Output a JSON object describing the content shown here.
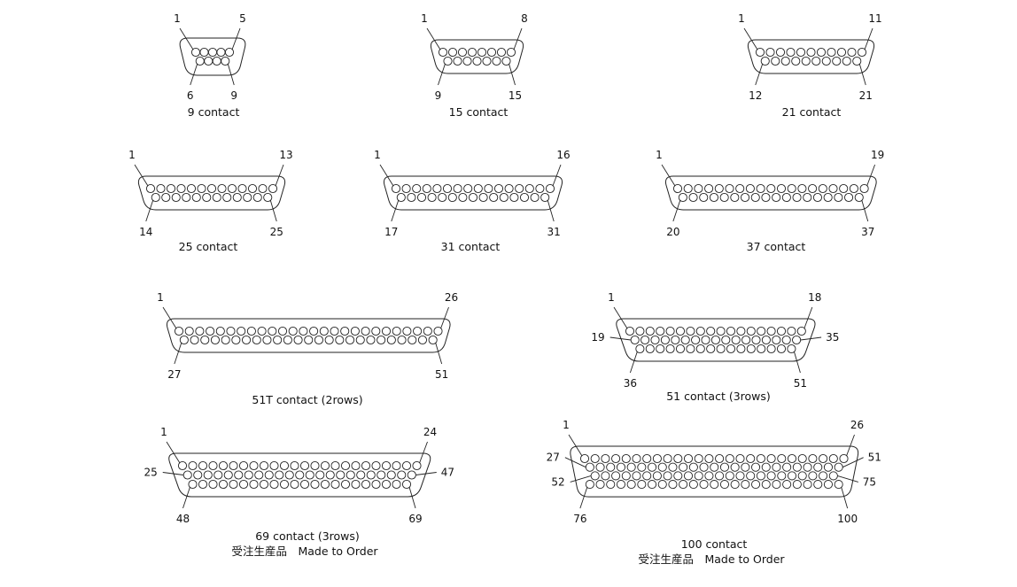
{
  "connectors": [
    {
      "id": "c9",
      "caption": [
        "9 contact"
      ],
      "rows": [
        5,
        4
      ],
      "labels": {
        "tl": "1",
        "tr": "5",
        "bl": "6",
        "br": "9"
      }
    },
    {
      "id": "c15",
      "caption": [
        "15 contact"
      ],
      "rows": [
        8,
        7
      ],
      "labels": {
        "tl": "1",
        "tr": "8",
        "bl": "9",
        "br": "15"
      }
    },
    {
      "id": "c21",
      "caption": [
        "21 contact"
      ],
      "rows": [
        11,
        10
      ],
      "labels": {
        "tl": "1",
        "tr": "11",
        "bl": "12",
        "br": "21"
      }
    },
    {
      "id": "c25",
      "caption": [
        "25 contact"
      ],
      "rows": [
        13,
        12
      ],
      "labels": {
        "tl": "1",
        "tr": "13",
        "bl": "14",
        "br": "25"
      }
    },
    {
      "id": "c31",
      "caption": [
        "31 contact"
      ],
      "rows": [
        16,
        15
      ],
      "labels": {
        "tl": "1",
        "tr": "16",
        "bl": "17",
        "br": "31"
      }
    },
    {
      "id": "c37",
      "caption": [
        "37 contact"
      ],
      "rows": [
        19,
        18
      ],
      "labels": {
        "tl": "1",
        "tr": "19",
        "bl": "20",
        "br": "37"
      }
    },
    {
      "id": "c51t",
      "caption": [
        "51T contact (2rows)"
      ],
      "rows": [
        26,
        25
      ],
      "labels": {
        "tl": "1",
        "tr": "26",
        "bl": "27",
        "br": "51"
      }
    },
    {
      "id": "c51",
      "caption": [
        "51 contact (3rows)"
      ],
      "rows": [
        18,
        17,
        16
      ],
      "labels": {
        "tl": "1",
        "tr": "18",
        "ml": "19",
        "mr": "35",
        "bl": "36",
        "br": "51"
      }
    },
    {
      "id": "c69",
      "caption": [
        "69 contact (3rows)",
        "受注生産品　Made to Order"
      ],
      "rows": [
        24,
        23,
        22
      ],
      "labels": {
        "tl": "1",
        "tr": "24",
        "ml": "25",
        "mr": "47",
        "bl": "48",
        "br": "69"
      }
    },
    {
      "id": "c100",
      "caption": [
        "100 contact",
        "受注生産品　Made to Order"
      ],
      "rows": [
        26,
        25,
        24,
        25
      ],
      "labels": {
        "tl": "1",
        "tr": "26",
        "m1l": "27",
        "m1r": "51",
        "m2l": "52",
        "m2r": "75",
        "bl": "76",
        "br": "100"
      }
    }
  ]
}
